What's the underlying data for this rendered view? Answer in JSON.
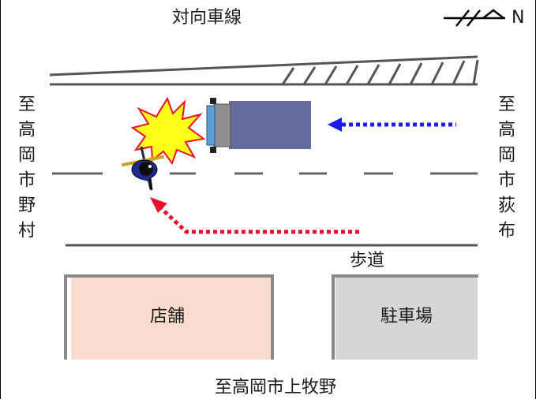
{
  "labels": {
    "opposite_lane": "対向車線",
    "north": "N",
    "left_direction": "至高岡市野村",
    "right_direction": "至高岡市荻布",
    "sidewalk": "歩道",
    "store": "店舗",
    "parking": "駐車場",
    "bottom_direction": "至高岡市上牧野"
  },
  "colors": {
    "store_fill": "#f9dccd",
    "parking_fill": "#d6d6d6",
    "truck_body": "#666ba0",
    "truck_cab": "#8e8e8e",
    "truck_window": "#5c9fd6",
    "arrow_blue": "#1a1aff",
    "arrow_red": "#e8102a",
    "explosion_fill": "#ffff1a",
    "explosion_stroke": "#e8102a",
    "rider_helmet": "#0d0d0d",
    "rider_body": "#1f2a8a",
    "motorcycle_bar": "#c9a41e"
  },
  "icons": {
    "north_marker": "north-arrow-icon",
    "collision": "explosion-icon",
    "vehicle": "truck-icon",
    "rider": "motorcycle-rider-icon"
  }
}
